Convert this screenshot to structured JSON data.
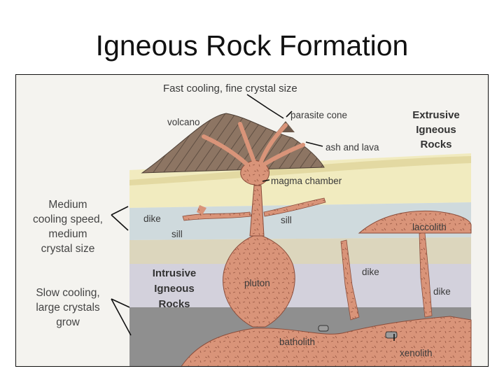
{
  "title": "Igneous Rock Formation",
  "diagram": {
    "top_caption": "Fast cooling, fine crystal size",
    "medium": [
      "Medium",
      "cooling speed,",
      "medium",
      "crystal size"
    ],
    "slow": [
      "Slow cooling,",
      "large crystals",
      "grow"
    ],
    "extrusive": [
      "Extrusive",
      "Igneous",
      "Rocks"
    ],
    "intrusive": [
      "Intrusive",
      "Igneous",
      "Rocks"
    ],
    "labels": {
      "volcano": "volcano",
      "parasite_cone": "parasite cone",
      "ash_lava": "ash and lava",
      "magma_chamber": "magma chamber",
      "dike": "dike",
      "sill": "sill",
      "laccolith": "laccolith",
      "pluton": "pluton",
      "batholith": "batholith",
      "xenolith": "xenolith"
    },
    "colors": {
      "magma": "#d99479",
      "volcano": "#8d7563",
      "layer_light": "#f1ebbf",
      "layer_blue": "#cfdadd",
      "layer_tan": "#dcd6bd",
      "layer_lavender": "#d3d1dc",
      "layer_dark": "#8f8f8f"
    }
  }
}
